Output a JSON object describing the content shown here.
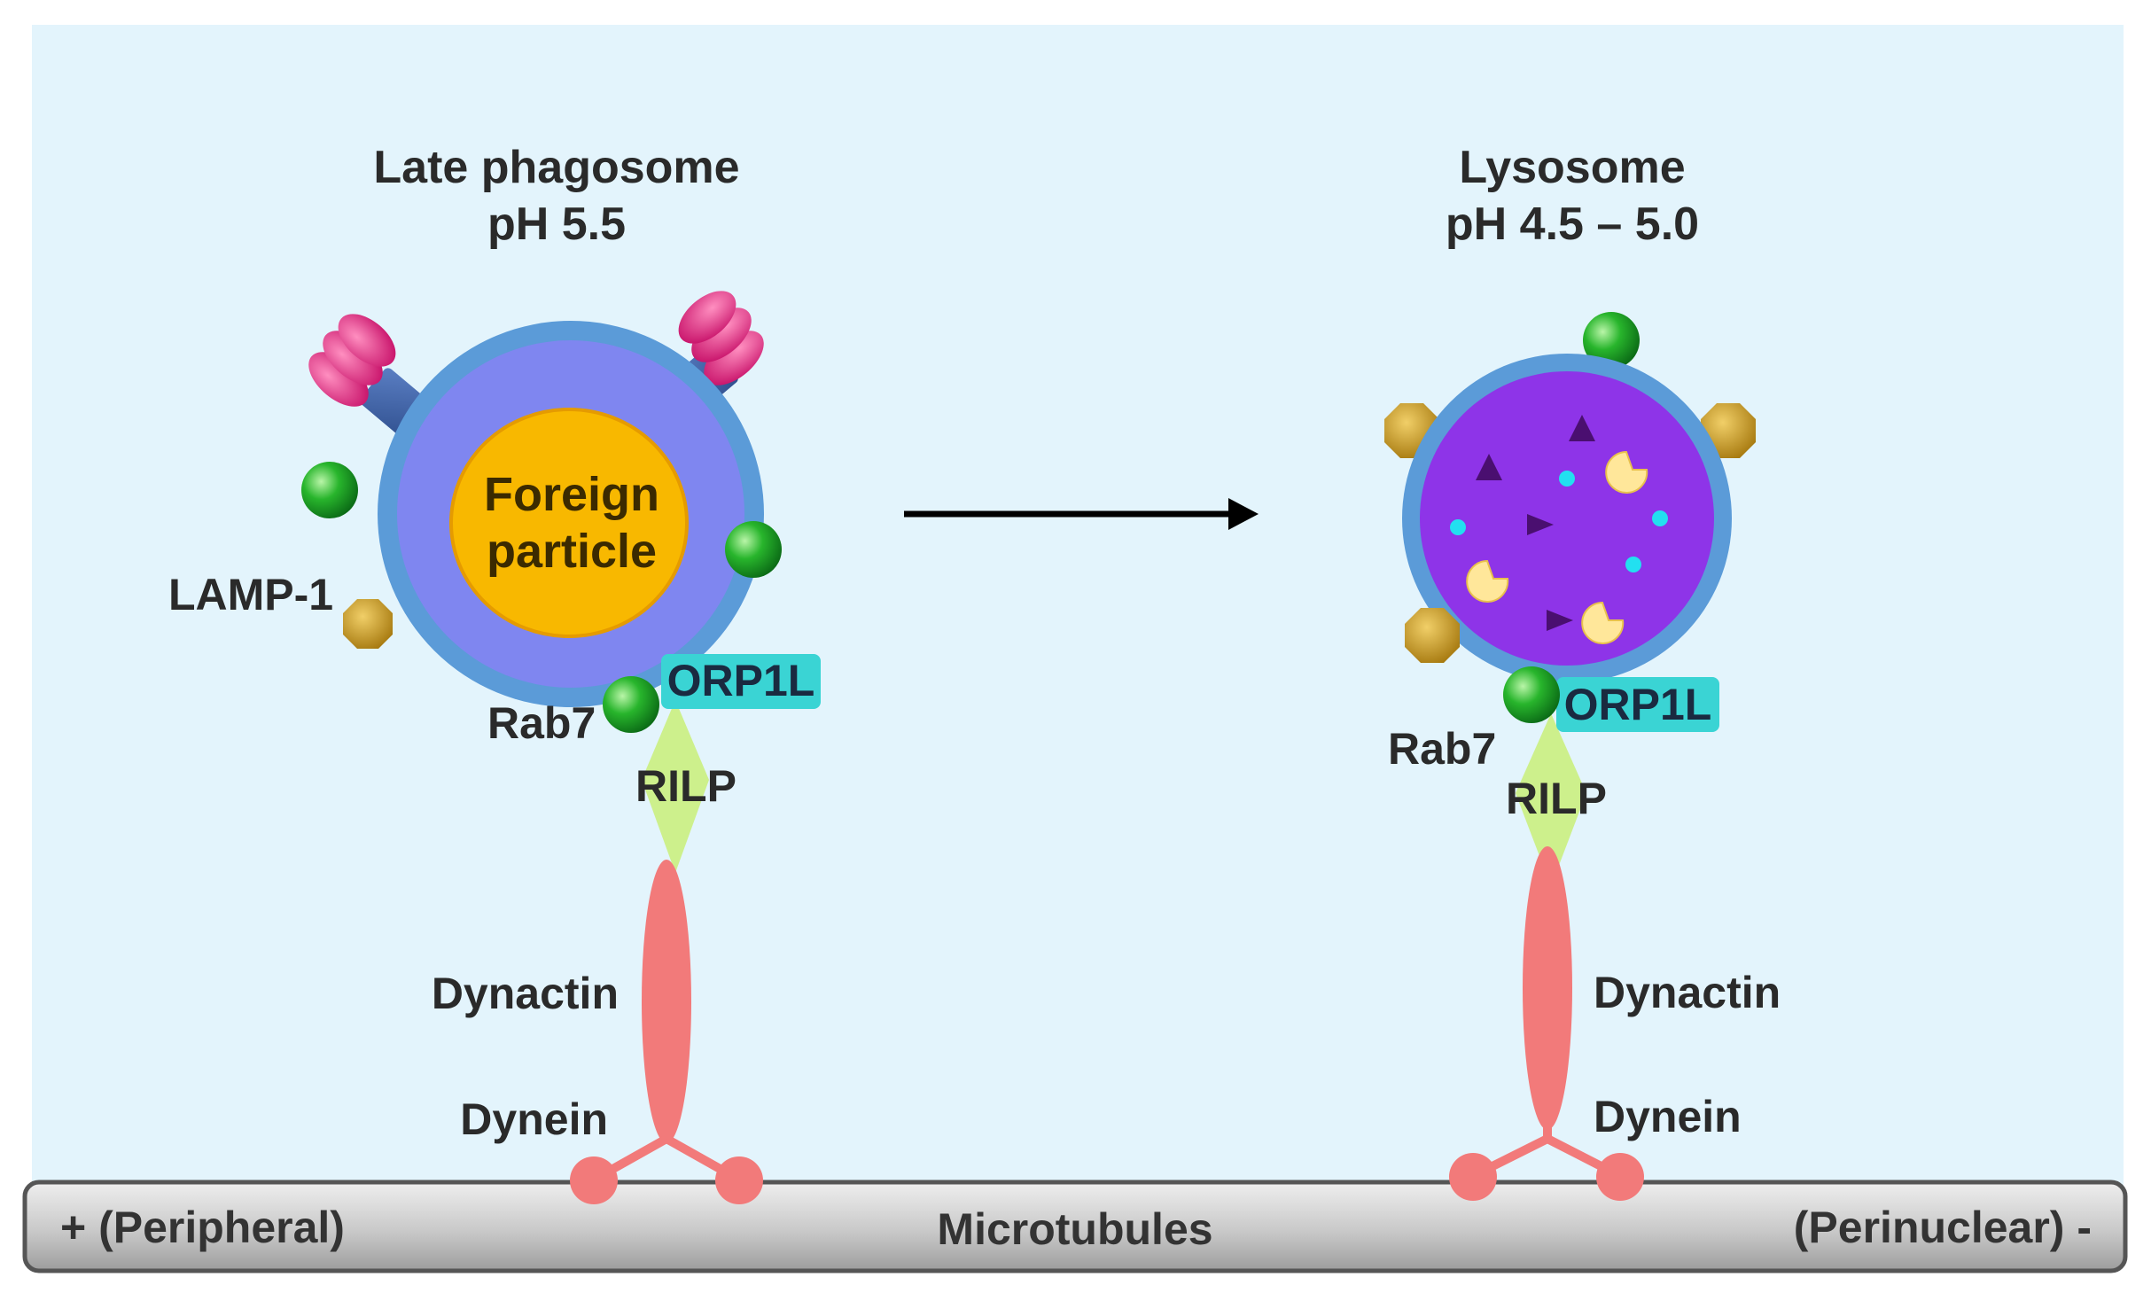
{
  "phagosome": {
    "title_line1": "Late phagosome",
    "title_line2": "pH 5.5",
    "content_line1": "Foreign",
    "content_line2": "particle",
    "lamp_label": "LAMP-1",
    "rab7_label": "Rab7",
    "orp1l_label": "ORP1L",
    "rilp_label": "RILP",
    "dynactin_label": "Dynactin",
    "dynein_label": "Dynein"
  },
  "lysosome": {
    "title_line1": "Lysosome",
    "title_line2": "pH 4.5 – 5.0",
    "rab7_label": "Rab7",
    "orp1l_label": "ORP1L",
    "rilp_label": "RILP",
    "dynactin_label": "Dynactin",
    "dynein_label": "Dynein"
  },
  "microtubule": {
    "left_label": "+ (Peripheral)",
    "center_label": "Microtubules",
    "right_label": "(Perinuclear) -"
  },
  "colors": {
    "background": "#e3f4fc",
    "membrane": "#5b9bd8",
    "phagosome_lumen": "#7f86f0",
    "particle": "#f8b800",
    "lysosome_lumen": "#8e34e8",
    "rab7_green": "#1faa2a",
    "lamp_gold": "#c9971a",
    "orp1l_teal": "#3ad4d4",
    "rilp_green": "#cdf08c",
    "dynactin_pink": "#f27a7a",
    "v_atpase_magenta": "#e0307a",
    "microtubule_gray": "#c4c4c4"
  }
}
